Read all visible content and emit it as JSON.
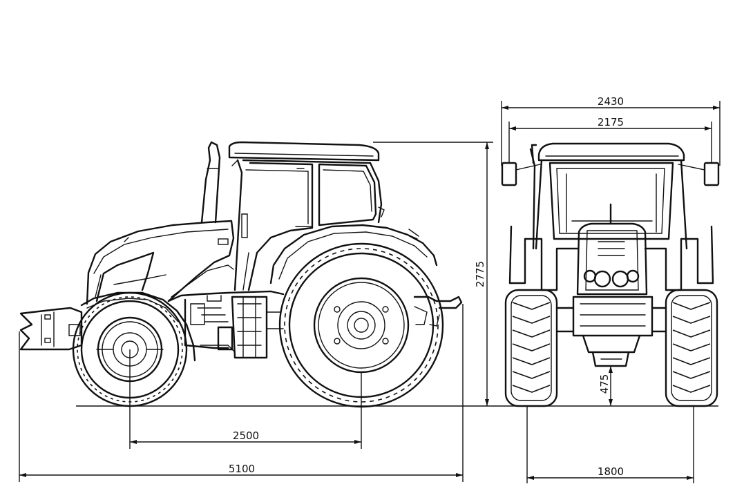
{
  "dimensions": {
    "overall_width": "2430",
    "track_outer": "2175",
    "overall_height": "2775",
    "ground_clearance": "475",
    "wheelbase": "2500",
    "overall_length": "5100",
    "rear_track": "1800"
  },
  "colors": {
    "line": "#111111",
    "background": "#ffffff"
  }
}
